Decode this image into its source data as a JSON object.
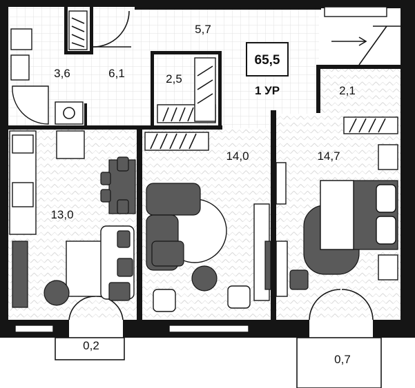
{
  "plan": {
    "total_area": "65,5",
    "level": "1 УР",
    "rooms": [
      {
        "id": "bathroom",
        "area": "3,6"
      },
      {
        "id": "hall",
        "area": "6,1"
      },
      {
        "id": "corridor",
        "area": "5,7"
      },
      {
        "id": "wardrobe",
        "area": "2,5"
      },
      {
        "id": "storage",
        "area": "2,1"
      },
      {
        "id": "kitchen-living",
        "area": "13,0"
      },
      {
        "id": "bedroom-1",
        "area": "14,0"
      },
      {
        "id": "bedroom-2",
        "area": "14,7"
      },
      {
        "id": "balcony-left",
        "area": "0,2"
      },
      {
        "id": "balcony-right",
        "area": "0,7"
      }
    ]
  },
  "colors": {
    "wall": "#151515",
    "furniture": "#5a5a5a",
    "floor_pattern": "#d6d6d6"
  }
}
